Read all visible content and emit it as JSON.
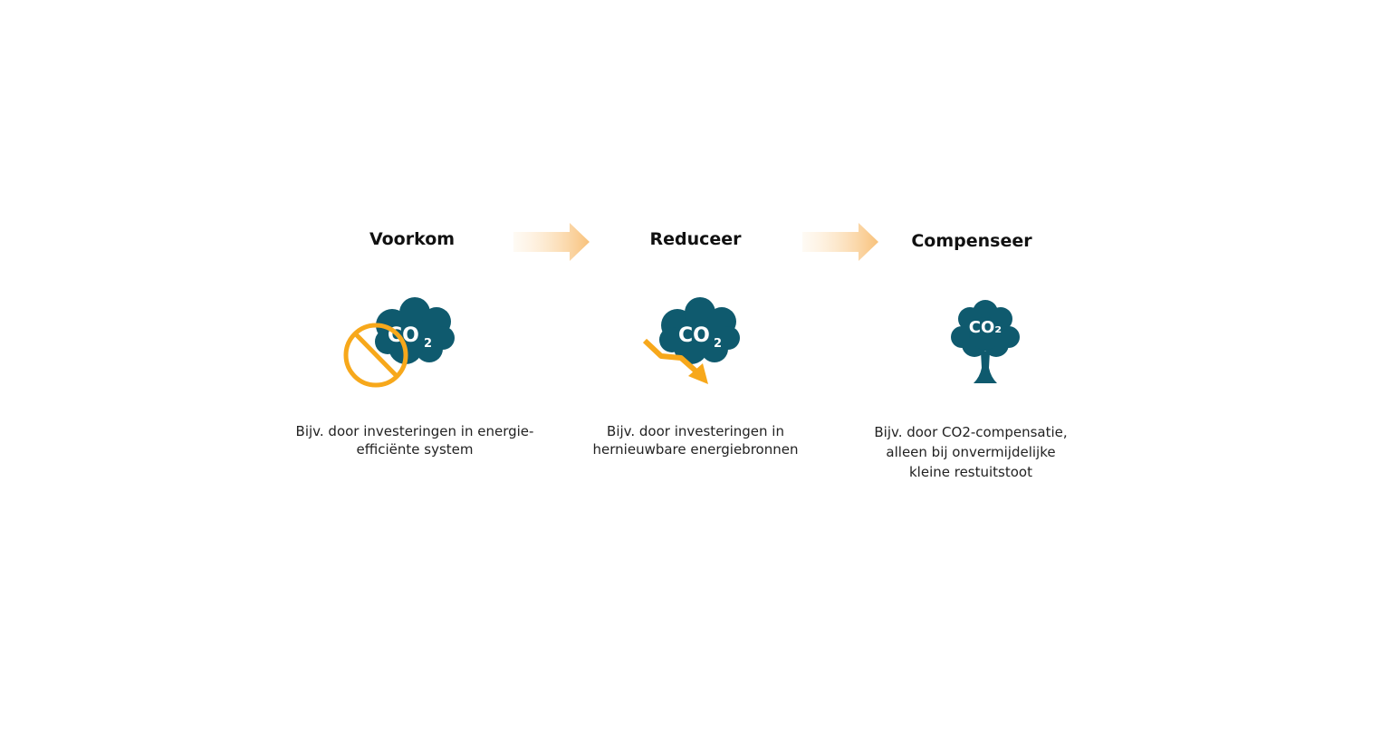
{
  "steps": [
    {
      "title": "Voorkom",
      "icon": "co2-cloud-prohibited-icon",
      "description_lines": [
        "Bijv. door investeringen in energie-",
        "efficiënte system"
      ]
    },
    {
      "title": "Reduceer",
      "icon": "co2-cloud-decrease-icon",
      "description_lines": [
        "Bijv. door investeringen in",
        "hernieuwbare energiebronnen"
      ]
    },
    {
      "title": "Compenseer",
      "icon": "co2-tree-icon",
      "description_lines": [
        "Bijv. door CO2-compensatie,",
        "alleen bij onvermijdelijke",
        "kleine restuitstoot"
      ]
    }
  ],
  "icon_text": {
    "co2_main": "CO",
    "co2_sub": "2",
    "tree_label": "CO₂"
  },
  "colors": {
    "teal": "#0f5a6e",
    "orange": "#f7a81b",
    "arrow": "#f9c98a"
  }
}
